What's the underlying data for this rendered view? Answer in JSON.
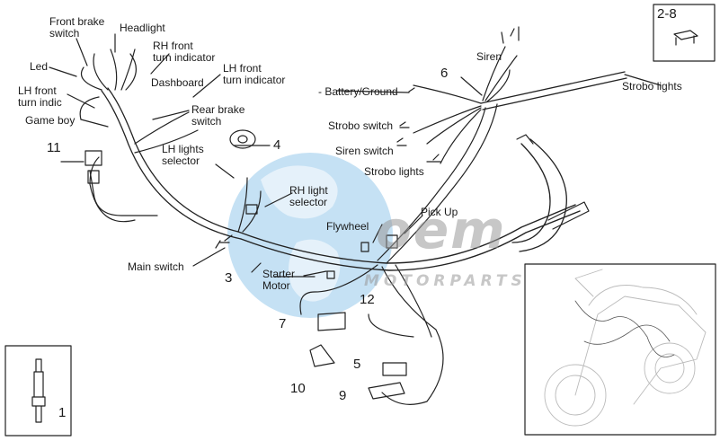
{
  "watermark": {
    "brand": "oem",
    "sub": "MOTORPARTS"
  },
  "labels": {
    "front_brake_switch": "Front brake\nswitch",
    "headlight": "Headlight",
    "rh_front_turn": "RH front\nturn indicator",
    "led": "Led",
    "lh_front_turn": "LH front\nturn indicator",
    "dashboard": "Dashboard",
    "lh_front_turn_indic": "LH front\nturn indic",
    "rear_brake_switch": "Rear brake\nswitch",
    "game_boy": "Game boy",
    "lh_lights_selector": "LH lights\nselector",
    "rh_light_selector": "RH light\nselector",
    "main_switch": "Main switch",
    "flywheel": "Flywheel",
    "pick_up": "Pick Up",
    "starter_motor": "Starter\nMotor",
    "siren": "Siren",
    "battery_ground": "- Battery/Ground",
    "strobo_lights_right": "Strobo lights",
    "strobo_switch_top": "Strobo switch",
    "siren_switch": "Siren switch",
    "strobo_lights_bottom": "Strobo lights"
  },
  "callouts": {
    "n1": "1",
    "n2_8": "2-8",
    "n3": "3",
    "n4": "4",
    "n5": "5",
    "n6": "6",
    "n7": "7",
    "n9": "9",
    "n10": "10",
    "n11": "11",
    "n12": "12"
  },
  "colors": {
    "line": "#222222",
    "watermark_blue": "#5aa9df",
    "watermark_gray": "#9a9a9a"
  }
}
